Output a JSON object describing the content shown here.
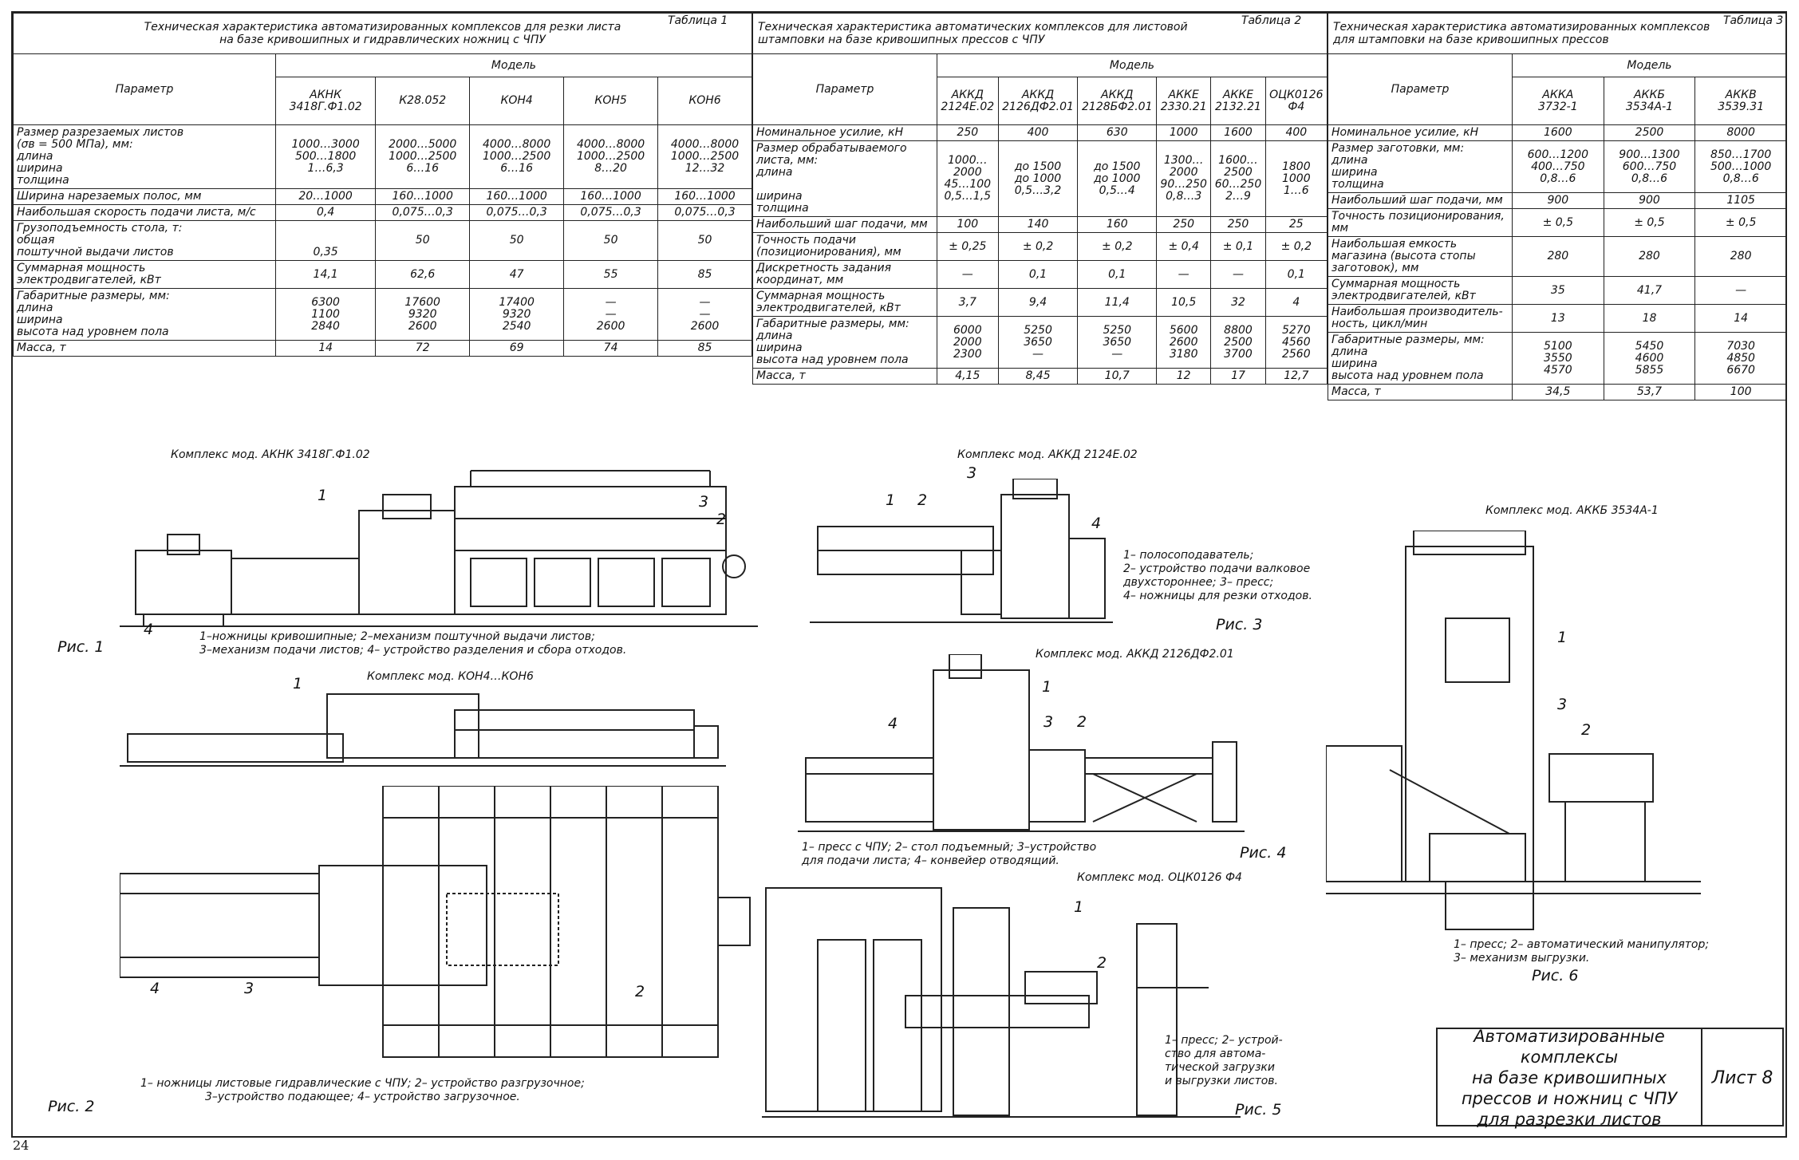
{
  "table1": {
    "title": "Техническая характеристика автоматизированных комплексов для резки листа\nна базе кривошипных и гидравлических ножниц с ЧПУ",
    "num": "Таблица 1",
    "param_header": "Параметр",
    "model_header": "Модель",
    "models": [
      "АКНК\n3418Г.Ф1.02",
      "К28.052",
      "КОН4",
      "КОН5",
      "КОН6"
    ],
    "rows": [
      {
        "p": "Размер разрезаемых листов\n(σв = 500 МПа), мм:\n    длина\n    ширина\n    толщина",
        "v": [
          "1000…3000\n500…1800\n1…6,3",
          "2000…5000\n1000…2500\n6…16",
          "4000…8000\n1000…2500\n6…16",
          "4000…8000\n1000…2500\n8…20",
          "4000…8000\n1000…2500\n12…32"
        ]
      },
      {
        "p": "Ширина нарезаемых полос, мм",
        "v": [
          "20…1000",
          "160…1000",
          "160…1000",
          "160…1000",
          "160…1000"
        ]
      },
      {
        "p": "Наибольшая скорость подачи листа, м/с",
        "v": [
          "0,4",
          "0,075…0,3",
          "0,075…0,3",
          "0,075…0,3",
          "0,075…0,3"
        ]
      },
      {
        "p": "Грузоподъемность стола, т:\n    общая\n    поштучной выдачи листов",
        "v": [
          "\n\n0,35",
          "50",
          "50",
          "50",
          "50"
        ]
      },
      {
        "p": "Суммарная мощность\nэлектродвигателей, кВт",
        "v": [
          "14,1",
          "62,6",
          "47",
          "55",
          "85"
        ]
      },
      {
        "p": "Габаритные размеры, мм:\n    длина\n    ширина\n    высота над уровнем пола",
        "v": [
          "6300\n1100\n2840",
          "17600\n9320\n2600",
          "17400\n9320\n2540",
          "—\n—\n2600",
          "—\n—\n2600"
        ]
      },
      {
        "p": "Масса, т",
        "v": [
          "14",
          "72",
          "69",
          "74",
          "85"
        ]
      }
    ]
  },
  "table2": {
    "title": "Техническая характеристика автоматических комплексов для листовой\nштамповки на базе кривошипных прессов с ЧПУ",
    "num": "Таблица 2",
    "param_header": "Параметр",
    "model_header": "Модель",
    "models": [
      "АККД\n2124Е.02",
      "АККД\n2126ДФ2.01",
      "АККД\n2128БФ2.01",
      "АККЕ\n2330.21",
      "АККЕ\n2132.21",
      "ОЦК0126\nФ4"
    ],
    "rows": [
      {
        "p": "Номинальное усилие, кН",
        "v": [
          "250",
          "400",
          "630",
          "1000",
          "1600",
          "400"
        ]
      },
      {
        "p": "Размер обрабатываемого\nлиста, мм:\n    длина\n\n    ширина\n    толщина",
        "v": [
          "1000…\n2000\n45…100\n0,5…1,5",
          "до 1500\nдо 1000\n0,5…3,2",
          "до 1500\nдо 1000\n0,5…4",
          "1300…\n2000\n90…250\n0,8…3",
          "1600…\n2500\n60…250\n2…9",
          "1800\n1000\n1…6"
        ]
      },
      {
        "p": "Наибольший шаг подачи, мм",
        "v": [
          "100",
          "140",
          "160",
          "250",
          "250",
          "25"
        ]
      },
      {
        "p": "Точность подачи\n(позиционирования), мм",
        "v": [
          "± 0,25",
          "± 0,2",
          "± 0,2",
          "± 0,4",
          "± 0,1",
          "± 0,2"
        ]
      },
      {
        "p": "Дискретность задания\nкоординат, мм",
        "v": [
          "—",
          "0,1",
          "0,1",
          "—",
          "—",
          "0,1"
        ]
      },
      {
        "p": "Суммарная мощность\nэлектродвигателей, кВт",
        "v": [
          "3,7",
          "9,4",
          "11,4",
          "10,5",
          "32",
          "4"
        ]
      },
      {
        "p": "Габаритные размеры, мм:\n    длина\n    ширина\n    высота над уровнем пола",
        "v": [
          "6000\n2000\n2300",
          "5250\n3650\n—",
          "5250\n3650\n—",
          "5600\n2600\n3180",
          "8800\n2500\n3700",
          "5270\n4560\n2560"
        ]
      },
      {
        "p": "Масса, т",
        "v": [
          "4,15",
          "8,45",
          "10,7",
          "12",
          "17",
          "12,7"
        ]
      }
    ]
  },
  "table3": {
    "title": "Техническая характеристика автоматизированных комплексов\nдля штамповки на базе кривошипных прессов",
    "num": "Таблица 3",
    "param_header": "Параметр",
    "model_header": "Модель",
    "models": [
      "АККА\n3732-1",
      "АККБ\n3534А-1",
      "АККВ\n3539.31"
    ],
    "rows": [
      {
        "p": "Номинальное усилие, кН",
        "v": [
          "1600",
          "2500",
          "8000"
        ]
      },
      {
        "p": "Размер заготовки, мм:\n    длина\n    ширина\n    толщина",
        "v": [
          "600…1200\n400…750\n0,8…6",
          "900…1300\n600…750\n0,8…6",
          "850…1700\n500…1000\n0,8…6"
        ]
      },
      {
        "p": "Наибольший шаг подачи, мм",
        "v": [
          "900",
          "900",
          "1105"
        ]
      },
      {
        "p": "Точность позиционирования,\nмм",
        "v": [
          "± 0,5",
          "± 0,5",
          "± 0,5"
        ]
      },
      {
        "p": "Наибольшая емкость\nмагазина (высота стопы\nзаготовок), мм",
        "v": [
          "280",
          "280",
          "280"
        ]
      },
      {
        "p": "Суммарная мощность\nэлектродвигателей, кВт",
        "v": [
          "35",
          "41,7",
          "—"
        ]
      },
      {
        "p": "Наибольшая производитель-\nность, цикл/мин",
        "v": [
          "13",
          "18",
          "14"
        ]
      },
      {
        "p": "Габаритные размеры, мм:\n    длина\n    ширина\n    высота над уровнем пола",
        "v": [
          "5100\n3550\n4570",
          "5450\n4600\n5855",
          "7030\n4850\n6670"
        ]
      },
      {
        "p": "Масса, т",
        "v": [
          "34,5",
          "53,7",
          "100"
        ]
      }
    ]
  },
  "figures": {
    "fig1_caption": "Комплекс мод. АКНК 3418Г.Ф1.02",
    "fig1_legend": "1–ножницы кривошипные; 2–механизм поштучной выдачи листов;\n3–механизм подачи листов; 4– устройство разделения и сбора отходов.",
    "fig1_label": "Рис. 1",
    "fig2_caption": "Комплекс мод. КОН4…КОН6",
    "fig2_legend": "1– ножницы листовые гидравлические с ЧПУ; 2– устройство разгрузочное;\n3–устройство подающее; 4– устройство загрузочное.",
    "fig2_label": "Рис. 2",
    "fig3_caption": "Комплекс мод. АККД 2124Е.02",
    "fig3_legend": "1– полосоподаватель;\n2– устройство подачи валковое\nдвухстороннее; 3– пресс;\n4– ножницы для резки отходов.",
    "fig3_label": "Рис. 3",
    "fig4_caption": "Комплекс мод. АККД 2126ДФ2.01",
    "fig4_legend": "1– пресс с ЧПУ; 2– стол подъемный; 3–устройство\nдля подачи листа; 4– конвейер отводящий.",
    "fig4_label": "Рис. 4",
    "fig5_caption": "Комплекс мод. ОЦК0126 Ф4",
    "fig5_legend": "1– пресс; 2– устрой-\nство для автома-\nтической загрузки\nи выгрузки листов.",
    "fig5_label": "Рис. 5",
    "fig6_caption": "Комплекс мод. АККБ 3534А-1",
    "fig6_legend": "1– пресс; 2– автоматический манипулятор;\n3– механизм выгрузки.",
    "fig6_label": "Рис. 6",
    "n1": "1",
    "n2": "2",
    "n3": "3",
    "n4": "4"
  },
  "stamp": {
    "title": "Автоматизированные комплексы\nна базе кривошипных\nпрессов и ножниц с ЧПУ\nдля разрезки листов",
    "sheet": "Лист 8"
  },
  "page_number": "24"
}
